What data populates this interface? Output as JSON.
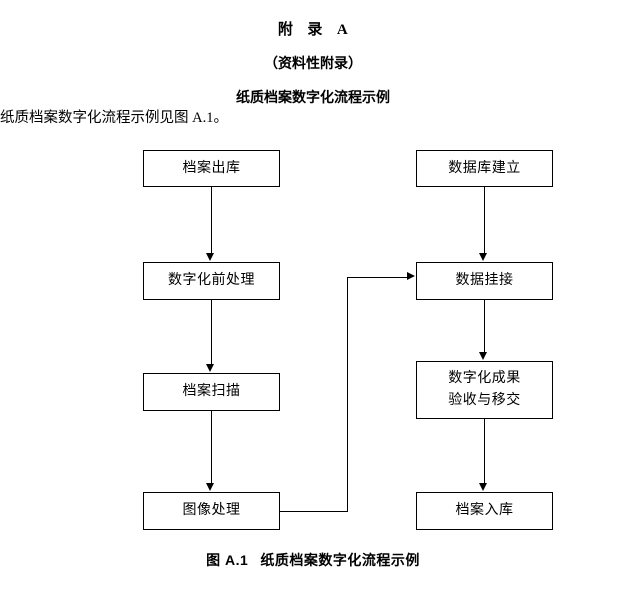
{
  "document": {
    "annex_label": "附",
    "annex_label_2": "录",
    "annex_letter": "A",
    "annex_subtitle": "（资料性附录）",
    "annex_name": "纸质档案数字化流程示例",
    "intro_paragraph": "纸质档案数字化流程示例见图 A.1。",
    "figure_caption_number": "图 A.1",
    "figure_caption_text": "纸质档案数字化流程示例"
  },
  "flowchart": {
    "type": "flowchart",
    "orientation": "two-column-vertical",
    "nodes": [
      {
        "id": "archive-out",
        "label": "档案出库",
        "column": "left",
        "order": 1
      },
      {
        "id": "pre-process",
        "label": "数字化前处理",
        "column": "left",
        "order": 2
      },
      {
        "id": "scan",
        "label": "档案扫描",
        "column": "left",
        "order": 3
      },
      {
        "id": "image-process",
        "label": "图像处理",
        "column": "left",
        "order": 4
      },
      {
        "id": "db-build",
        "label": "数据库建立",
        "column": "right",
        "order": 1
      },
      {
        "id": "data-link",
        "label": "数据挂接",
        "column": "right",
        "order": 2
      },
      {
        "id": "accept-transfer",
        "label_line1": "数字化成果",
        "label_line2": "验收与移交",
        "column": "right",
        "order": 3
      },
      {
        "id": "archive-in",
        "label": "档案入库",
        "column": "right",
        "order": 4
      }
    ],
    "edges": [
      {
        "from": "archive-out",
        "to": "pre-process",
        "style": "straight-down"
      },
      {
        "from": "pre-process",
        "to": "scan",
        "style": "straight-down"
      },
      {
        "from": "scan",
        "to": "image-process",
        "style": "straight-down"
      },
      {
        "from": "image-process",
        "to": "data-link",
        "style": "elbow-right-up"
      },
      {
        "from": "db-build",
        "to": "data-link",
        "style": "straight-down"
      },
      {
        "from": "data-link",
        "to": "accept-transfer",
        "style": "straight-down"
      },
      {
        "from": "accept-transfer",
        "to": "archive-in",
        "style": "straight-down"
      }
    ],
    "line_color": "#000000",
    "box_border_color": "#000000",
    "background_color": "#ffffff"
  }
}
